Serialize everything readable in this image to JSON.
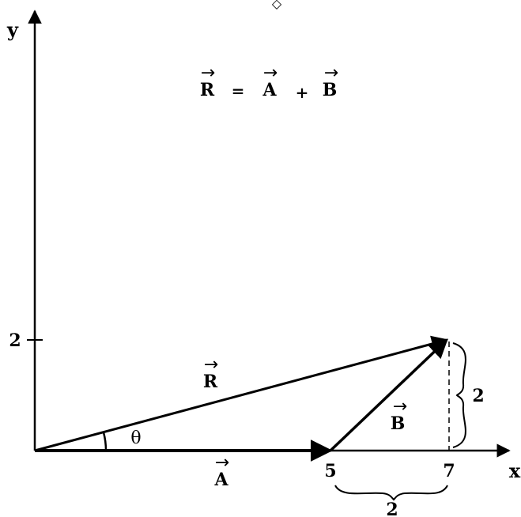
{
  "axes": {
    "x_label": "x",
    "y_label": "y",
    "y_tick_label": "2",
    "x_tick_labels": [
      "5",
      "7"
    ]
  },
  "equation": {
    "lhs": "R",
    "equals": "=",
    "term1": "A",
    "plus": "+",
    "term2": "B",
    "vector_arrow": "→"
  },
  "vectors": {
    "A": {
      "label": "A",
      "from": [
        0,
        0
      ],
      "to": [
        5,
        0
      ]
    },
    "B": {
      "label": "B",
      "from": [
        5,
        0
      ],
      "to": [
        7,
        2
      ]
    },
    "R": {
      "label": "R",
      "from": [
        0,
        0
      ],
      "to": [
        7,
        2
      ]
    }
  },
  "angle_label": "θ",
  "dimensions": {
    "horizontal": "2",
    "vertical": "2"
  },
  "top_symbol": "◇"
}
